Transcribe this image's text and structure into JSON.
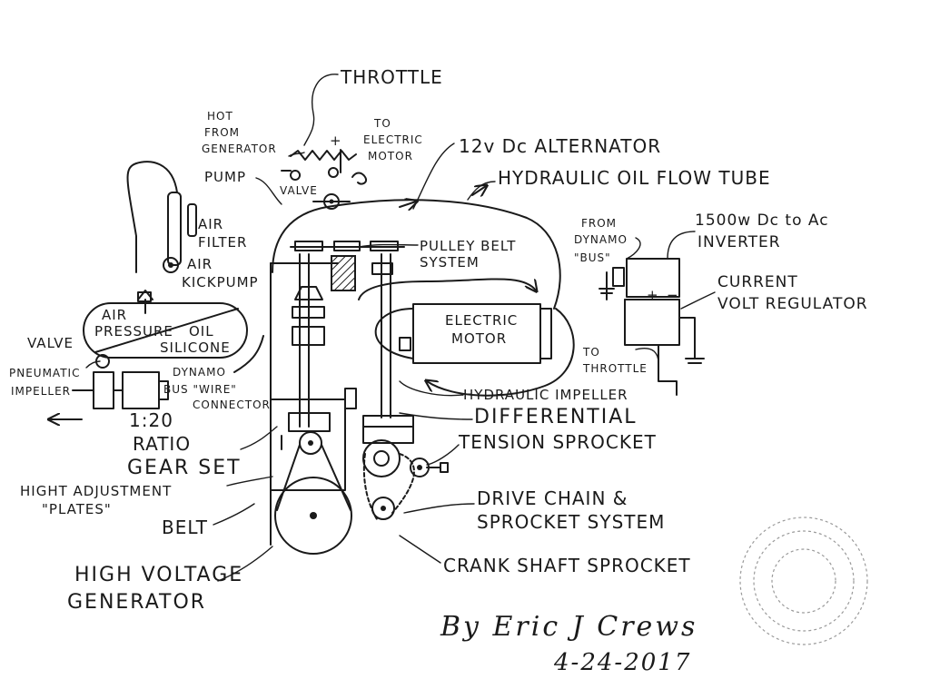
{
  "labels": {
    "throttle": "THROTTLE",
    "hot_from_generator": [
      "HOT",
      "FROM",
      "GENERATOR"
    ],
    "to_electric_motor": [
      "TO",
      "ELECTRIC",
      "MOTOR"
    ],
    "alternator": "12v Dc ALTERNATOR",
    "hydraulic_oil_flow_tube": "HYDRAULIC OIL FLOW TUBE",
    "pump": "PUMP",
    "valve_top": "VALVE",
    "air_filter": [
      "AIR",
      "FILTER"
    ],
    "air_kickpump": [
      "AIR",
      "KICKPUMP"
    ],
    "pulley_belt_system": [
      "PULLEY BELT",
      "SYSTEM"
    ],
    "from_dynamo_bus": [
      "FROM",
      "DYNAMO",
      "\"BUS\""
    ],
    "inverter": [
      "1500w Dc to Ac",
      "INVERTER"
    ],
    "current_volt_regulator": [
      "CURRENT",
      "VOLT REGULATOR"
    ],
    "tank_air_pressure": [
      "AIR",
      "PRESSURE"
    ],
    "tank_oil": "OIL",
    "tank_silicone": "SILICONE",
    "valve_left": "VALVE",
    "pneumatic_impeller": [
      "PNEUMATIC",
      "IMPELLER"
    ],
    "dynamo_bus_wire_connector": [
      "DYNAMO",
      "BUS \"WIRE\"",
      "CONNECTOR"
    ],
    "electric_motor": [
      "ELECTRIC",
      "MOTOR"
    ],
    "to_throttle": [
      "TO",
      "THROTTLE"
    ],
    "hydraulic_impeller": "HYDRAULIC IMPELLER",
    "differential": "DIFFERENTIAL",
    "gear_ratio": "1:20",
    "ratio_gear_set": [
      "RATIO",
      "GEAR SET"
    ],
    "tension_sprocket": "TENSION SPROCKET",
    "height_adjustment_plates": [
      "HIGHT ADJUSTMENT",
      "\"PLATES\""
    ],
    "belt": "BELT",
    "drive_chain": [
      "DRIVE CHAIN &",
      "SPROCKET SYSTEM"
    ],
    "crankshaft_sprocket": "CRANK SHAFT SPROCKET",
    "high_voltage_generator": [
      "HIGH VOLTAGE",
      "GENERATOR"
    ],
    "plus_sign": "+",
    "minus_sign": "−"
  },
  "signature": {
    "author": "By Eric J Crews",
    "date": "4-24-2017"
  }
}
